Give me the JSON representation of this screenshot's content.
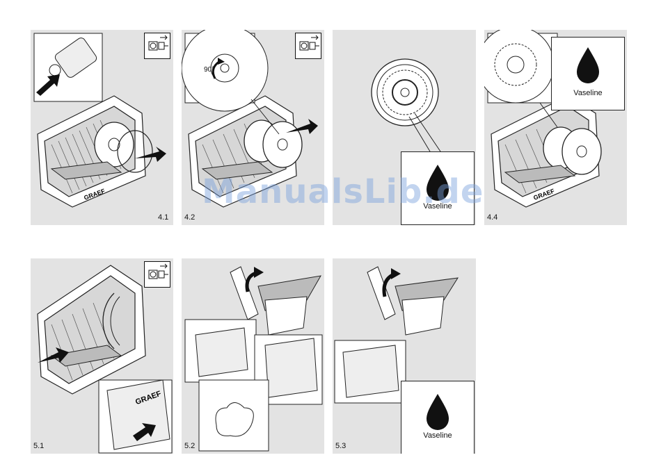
{
  "panels": [
    {
      "id": "p41",
      "label": "4.1"
    },
    {
      "id": "p42",
      "label": "4.2",
      "angle": "90°"
    },
    {
      "id": "p43",
      "label": "",
      "box_text": "Vaseline"
    },
    {
      "id": "p44",
      "label": "4.4",
      "box_text": "Vaseline"
    },
    {
      "id": "p51",
      "label": "5.1",
      "brand": "GRAEF"
    },
    {
      "id": "p52",
      "label": "5.2"
    },
    {
      "id": "p53",
      "label": "5.3",
      "box_text": "Vaseline"
    }
  ],
  "brand": "GRAEF",
  "watermark": "ManualsLib.de",
  "icons": {
    "plug": "unplug-icon",
    "drop": "vaseline-drop-icon",
    "arrow": "direction-arrow-icon"
  }
}
